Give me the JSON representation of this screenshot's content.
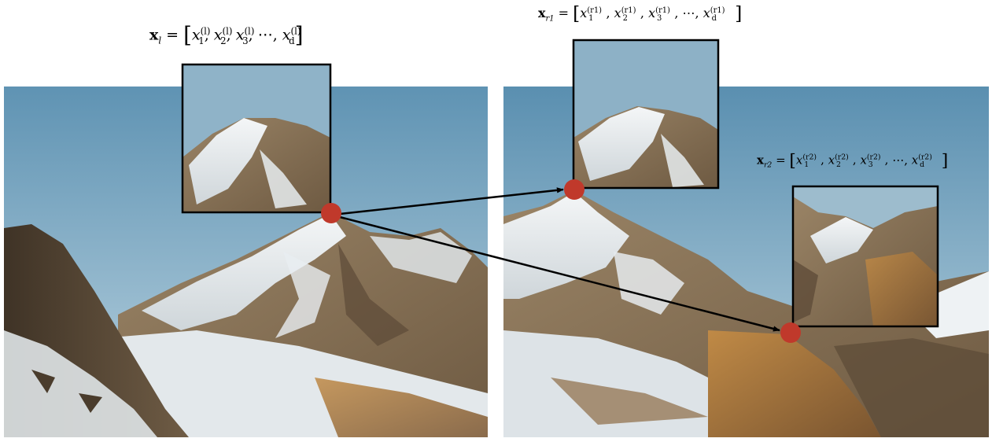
{
  "colors": {
    "sky_top": "#5f93b3",
    "sky_bottom": "#bad3e0",
    "rock_dark": "#4a3c2c",
    "rock_mid": "#8a7458",
    "rock_brown": "#a8773e",
    "snow": "#eef1f3",
    "keypoint": "#c0392b",
    "arrow": "#000000",
    "frame": "#000000"
  },
  "eq_left": {
    "vec": "x",
    "sub": "l",
    "eq": " = ",
    "open": "[",
    "sup": "(l)",
    "i1": "1",
    "i2": "2",
    "i3": "3",
    "id": "d",
    "elem": "x",
    "sep": ", ",
    "dots": "⋯",
    "close": "]"
  },
  "eq_r1": {
    "vec": "x",
    "sub": "r1",
    "eq": " = ",
    "open": "[",
    "sup": "(r1)",
    "i1": "1",
    "i2": "2",
    "i3": "3",
    "id": "d",
    "elem": "x",
    "sep": ", ",
    "dots": "⋯",
    "close": "]"
  },
  "eq_r2": {
    "vec": "x",
    "sub": "r2",
    "eq": " = ",
    "open": "[",
    "sup": "(r2)",
    "i1": "1",
    "i2": "2",
    "i3": "3",
    "id": "d",
    "elem": "x",
    "sep": ", ",
    "dots": "⋯",
    "close": "]"
  }
}
